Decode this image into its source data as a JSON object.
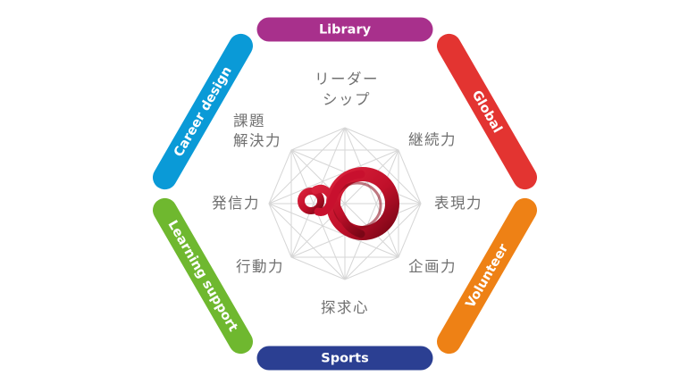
{
  "diagram": {
    "center_logo": "infinity-icon",
    "categories": [
      {
        "id": "library",
        "label": "Library",
        "color": "#a8308c"
      },
      {
        "id": "global",
        "label": "Global",
        "color": "#e33431"
      },
      {
        "id": "volunteer",
        "label": "Volunteer",
        "color": "#ee8115"
      },
      {
        "id": "sports",
        "label": "Sports",
        "color": "#2b3f92"
      },
      {
        "id": "learning_support",
        "label": "Learning support",
        "color": "#6fb82f"
      },
      {
        "id": "career_design",
        "label": "Career design",
        "color": "#0a9ad7"
      }
    ],
    "skills": {
      "leadership_line1": "リーダー",
      "leadership_line2": "シップ",
      "continuity": "継続力",
      "expression": "表現力",
      "planning": "企画力",
      "inquiry": "探求心",
      "action": "行動力",
      "communication": "発信力",
      "problem_solving_line1": "課題",
      "problem_solving_line2": "解決力"
    },
    "colors": {
      "skill_text": "#707070",
      "grid_line": "#d6d6d6",
      "logo_red": "#c8102e"
    }
  }
}
